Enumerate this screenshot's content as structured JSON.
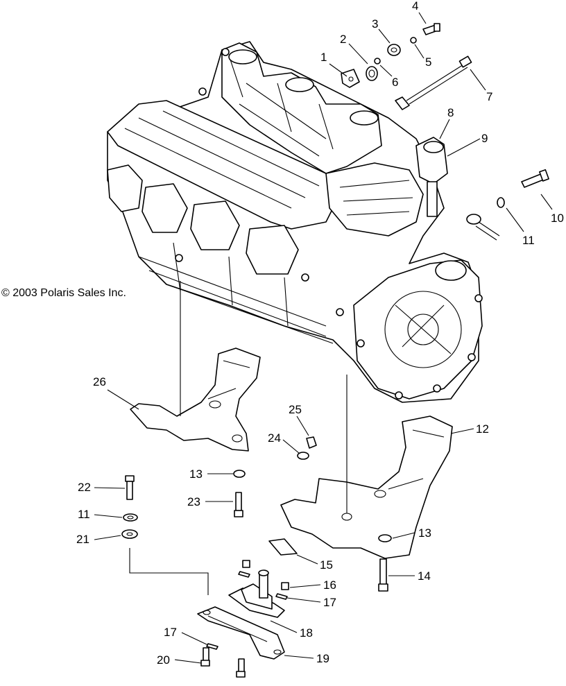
{
  "copyright": "© 2003 Polaris Sales Inc.",
  "callouts": {
    "c1": "1",
    "c2": "2",
    "c3": "3",
    "c4": "4",
    "c5": "5",
    "c6": "6",
    "c7": "7",
    "c8": "8",
    "c9": "9",
    "c10": "10",
    "c11a": "11",
    "c11b": "11",
    "c12": "12",
    "c13a": "13",
    "c13b": "13",
    "c14": "14",
    "c15": "15",
    "c16": "16",
    "c17a": "17",
    "c17b": "17",
    "c18": "18",
    "c19": "19",
    "c20": "20",
    "c21": "21",
    "c22": "22",
    "c23": "23",
    "c24": "24",
    "c25": "25",
    "c26": "26"
  }
}
